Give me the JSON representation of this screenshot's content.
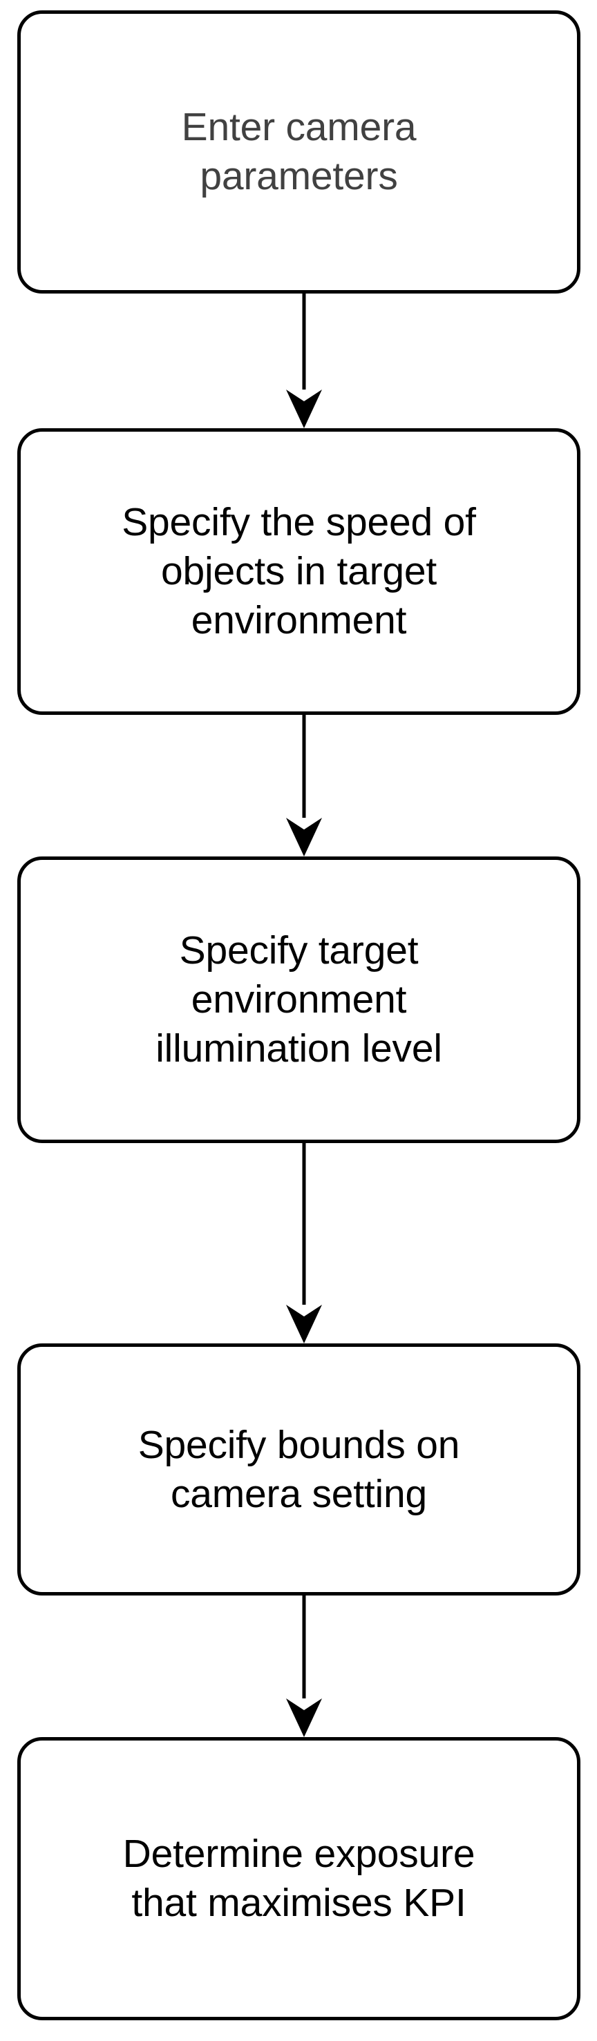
{
  "diagram": {
    "type": "flowchart",
    "orientation": "vertical",
    "background_color": "#ffffff",
    "node_border_color": "#000000",
    "node_fill_color": "#ffffff",
    "connector_color": "#000000",
    "nodes": [
      {
        "id": "enter-camera-parameters",
        "label": "Enter camera\nparameters",
        "text_color": "#414141",
        "shape": "rounded-rectangle"
      },
      {
        "id": "specify-object-speed",
        "label": "Specify the speed of\nobjects in target\nenvironment",
        "text_color": "#000000",
        "shape": "rounded-rectangle"
      },
      {
        "id": "specify-illumination-level",
        "label": "Specify target\nenvironment\nillumination level",
        "text_color": "#000000",
        "shape": "rounded-rectangle"
      },
      {
        "id": "specify-camera-setting-bounds",
        "label": "Specify bounds on\ncamera setting",
        "text_color": "#000000",
        "shape": "rounded-rectangle"
      },
      {
        "id": "determine-exposure",
        "label": "Determine exposure\nthat maximises KPI",
        "text_color": "#000000",
        "shape": "rounded-rectangle"
      }
    ],
    "edges": [
      {
        "id": "edge-1",
        "from": "enter-camera-parameters",
        "to": "specify-object-speed",
        "arrow": "down"
      },
      {
        "id": "edge-2",
        "from": "specify-object-speed",
        "to": "specify-illumination-level",
        "arrow": "down"
      },
      {
        "id": "edge-3",
        "from": "specify-illumination-level",
        "to": "specify-camera-setting-bounds",
        "arrow": "down"
      },
      {
        "id": "edge-4",
        "from": "specify-camera-setting-bounds",
        "to": "determine-exposure",
        "arrow": "down"
      }
    ]
  }
}
